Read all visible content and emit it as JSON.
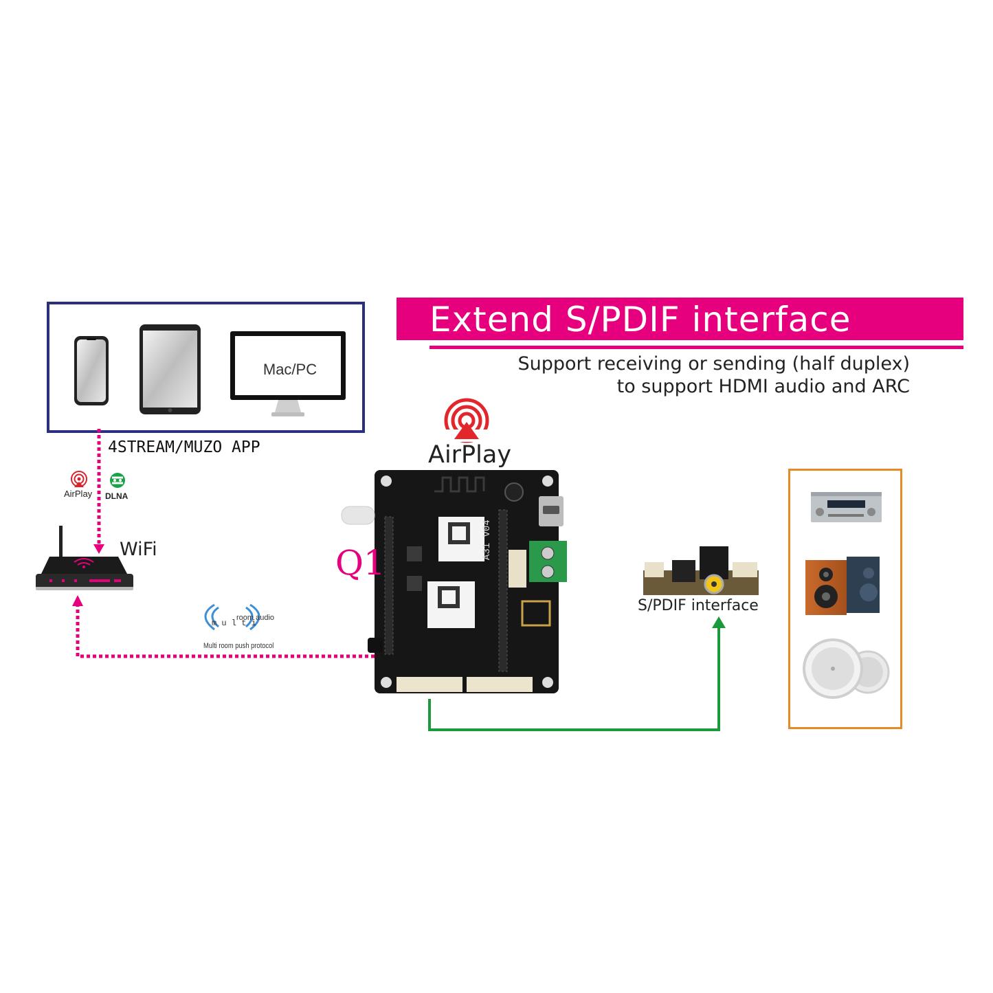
{
  "banner": {
    "title": "Extend S/PDIF interface",
    "subtitle_line1": "Support receiving or sending (half duplex)",
    "subtitle_line2": "to support HDMI audio and ARC",
    "color": "#e6007e"
  },
  "devices": {
    "mac_pc_label": "Mac/PC",
    "border_color": "#2b2f7c",
    "items": [
      "phone-icon",
      "tablet-icon",
      "monitor-icon"
    ]
  },
  "connection": {
    "app_label": "4STREAM/MUZO APP",
    "airplay_label": "AirPlay",
    "dlna_label": "DLNA",
    "wifi_label": "WiFi",
    "multiroom_protocol": "Multi room push protocol",
    "link_color": "#e6007e"
  },
  "board": {
    "airplay_label": "AirPlay",
    "name": "Q1",
    "silk_label": "A31 V04"
  },
  "spdif": {
    "label": "S/PDIF interface",
    "link_color": "#1a9a3c"
  },
  "outputs": {
    "border_color": "#e58a27",
    "items": [
      "receiver-icon",
      "speaker-icon",
      "ceiling-speaker-icon"
    ]
  }
}
